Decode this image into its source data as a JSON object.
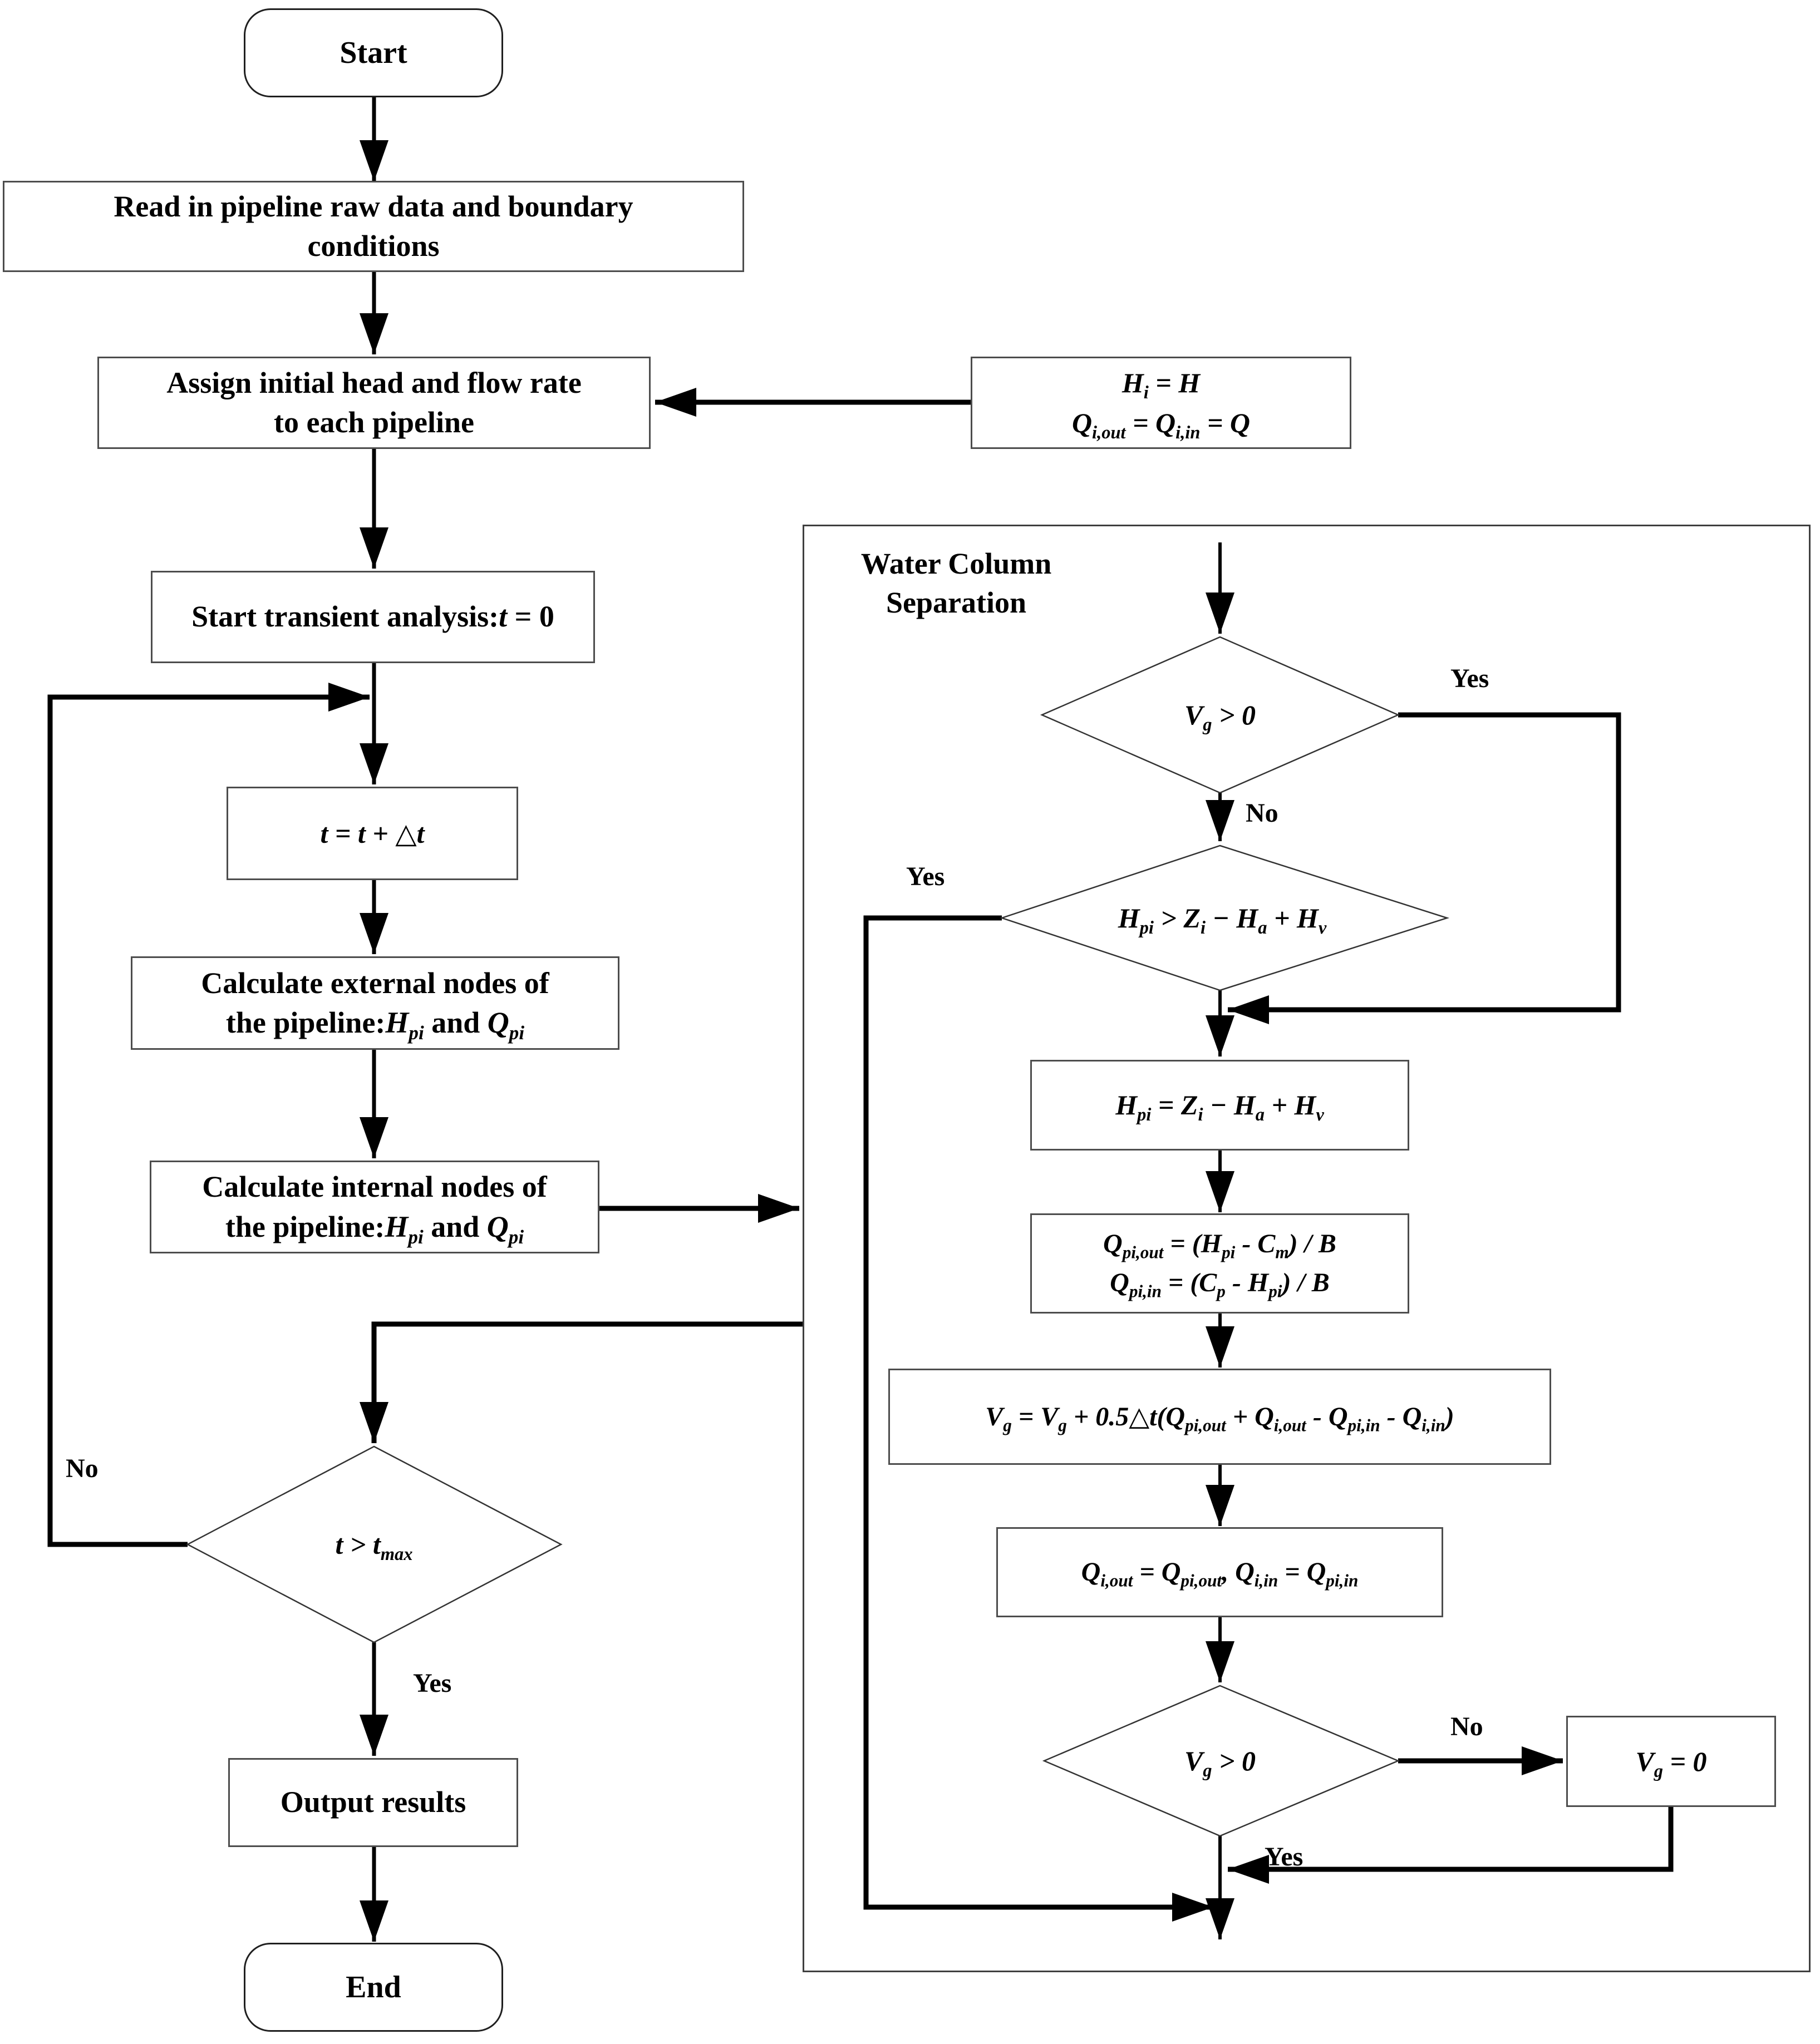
{
  "flowchart": {
    "region_title": "Water Column Separation",
    "nodes": {
      "start": "Start",
      "read": {
        "line1": "Read in pipeline raw data and boundary",
        "line2": "conditions"
      },
      "assign": {
        "line1": "Assign initial head and flow rate",
        "line2": "to each pipeline"
      },
      "init_side": {
        "line1": "H_{i} = H",
        "line2": "Q_{i,out} = Q_{i,in} = Q"
      },
      "transient": "Start transient analysis:*{t} = 0",
      "t_update": "t = t + △t",
      "calc_external": {
        "line1": "Calculate external nodes of",
        "line2": "the pipeline:*{H}_{pi} and *{Q}_{pi}"
      },
      "calc_internal": {
        "line1": "Calculate internal nodes of",
        "line2": "the pipeline:*{H}_{pi} and *{Q}_{pi}"
      },
      "t_max_check": "t > t_{max}",
      "output": "Output results",
      "end": "End",
      "vg_check_top": "V_{g} > 0",
      "hp_check": "H_{pi} > Z_{i} − H_{a} + H_{v}",
      "hp_set": "H_{pi} = Z_{i} − H_{a} + H_{v}",
      "q_set": {
        "line1": "Q_{pi,out} = (H_{pi} - C_{m}) / B",
        "line2": "Q_{pi,in} = (C_{p} - H_{pi}) / B"
      },
      "vg_update": "V_{g} = V_{g} + 0.5△t(Q_{pi,out} + Q_{i,out} - Q_{pi,in} - Q_{i,in})",
      "q_assign": "Q_{i,out} = Q_{pi,out}, Q_{i,in} = Q_{pi,in}",
      "vg_zero": "V_{g} = 0"
    },
    "labels": {
      "tmax_no": "No",
      "tmax_yes": "Yes",
      "vg_top_yes": "Yes",
      "vg_top_no": "No",
      "hp_yes": "Yes",
      "vg_bottom_no": "No",
      "vg_bottom_yes": "Yes"
    },
    "colors": {
      "line": "#000000",
      "box_border": "#4d4d4d",
      "background": "#ffffff"
    }
  }
}
